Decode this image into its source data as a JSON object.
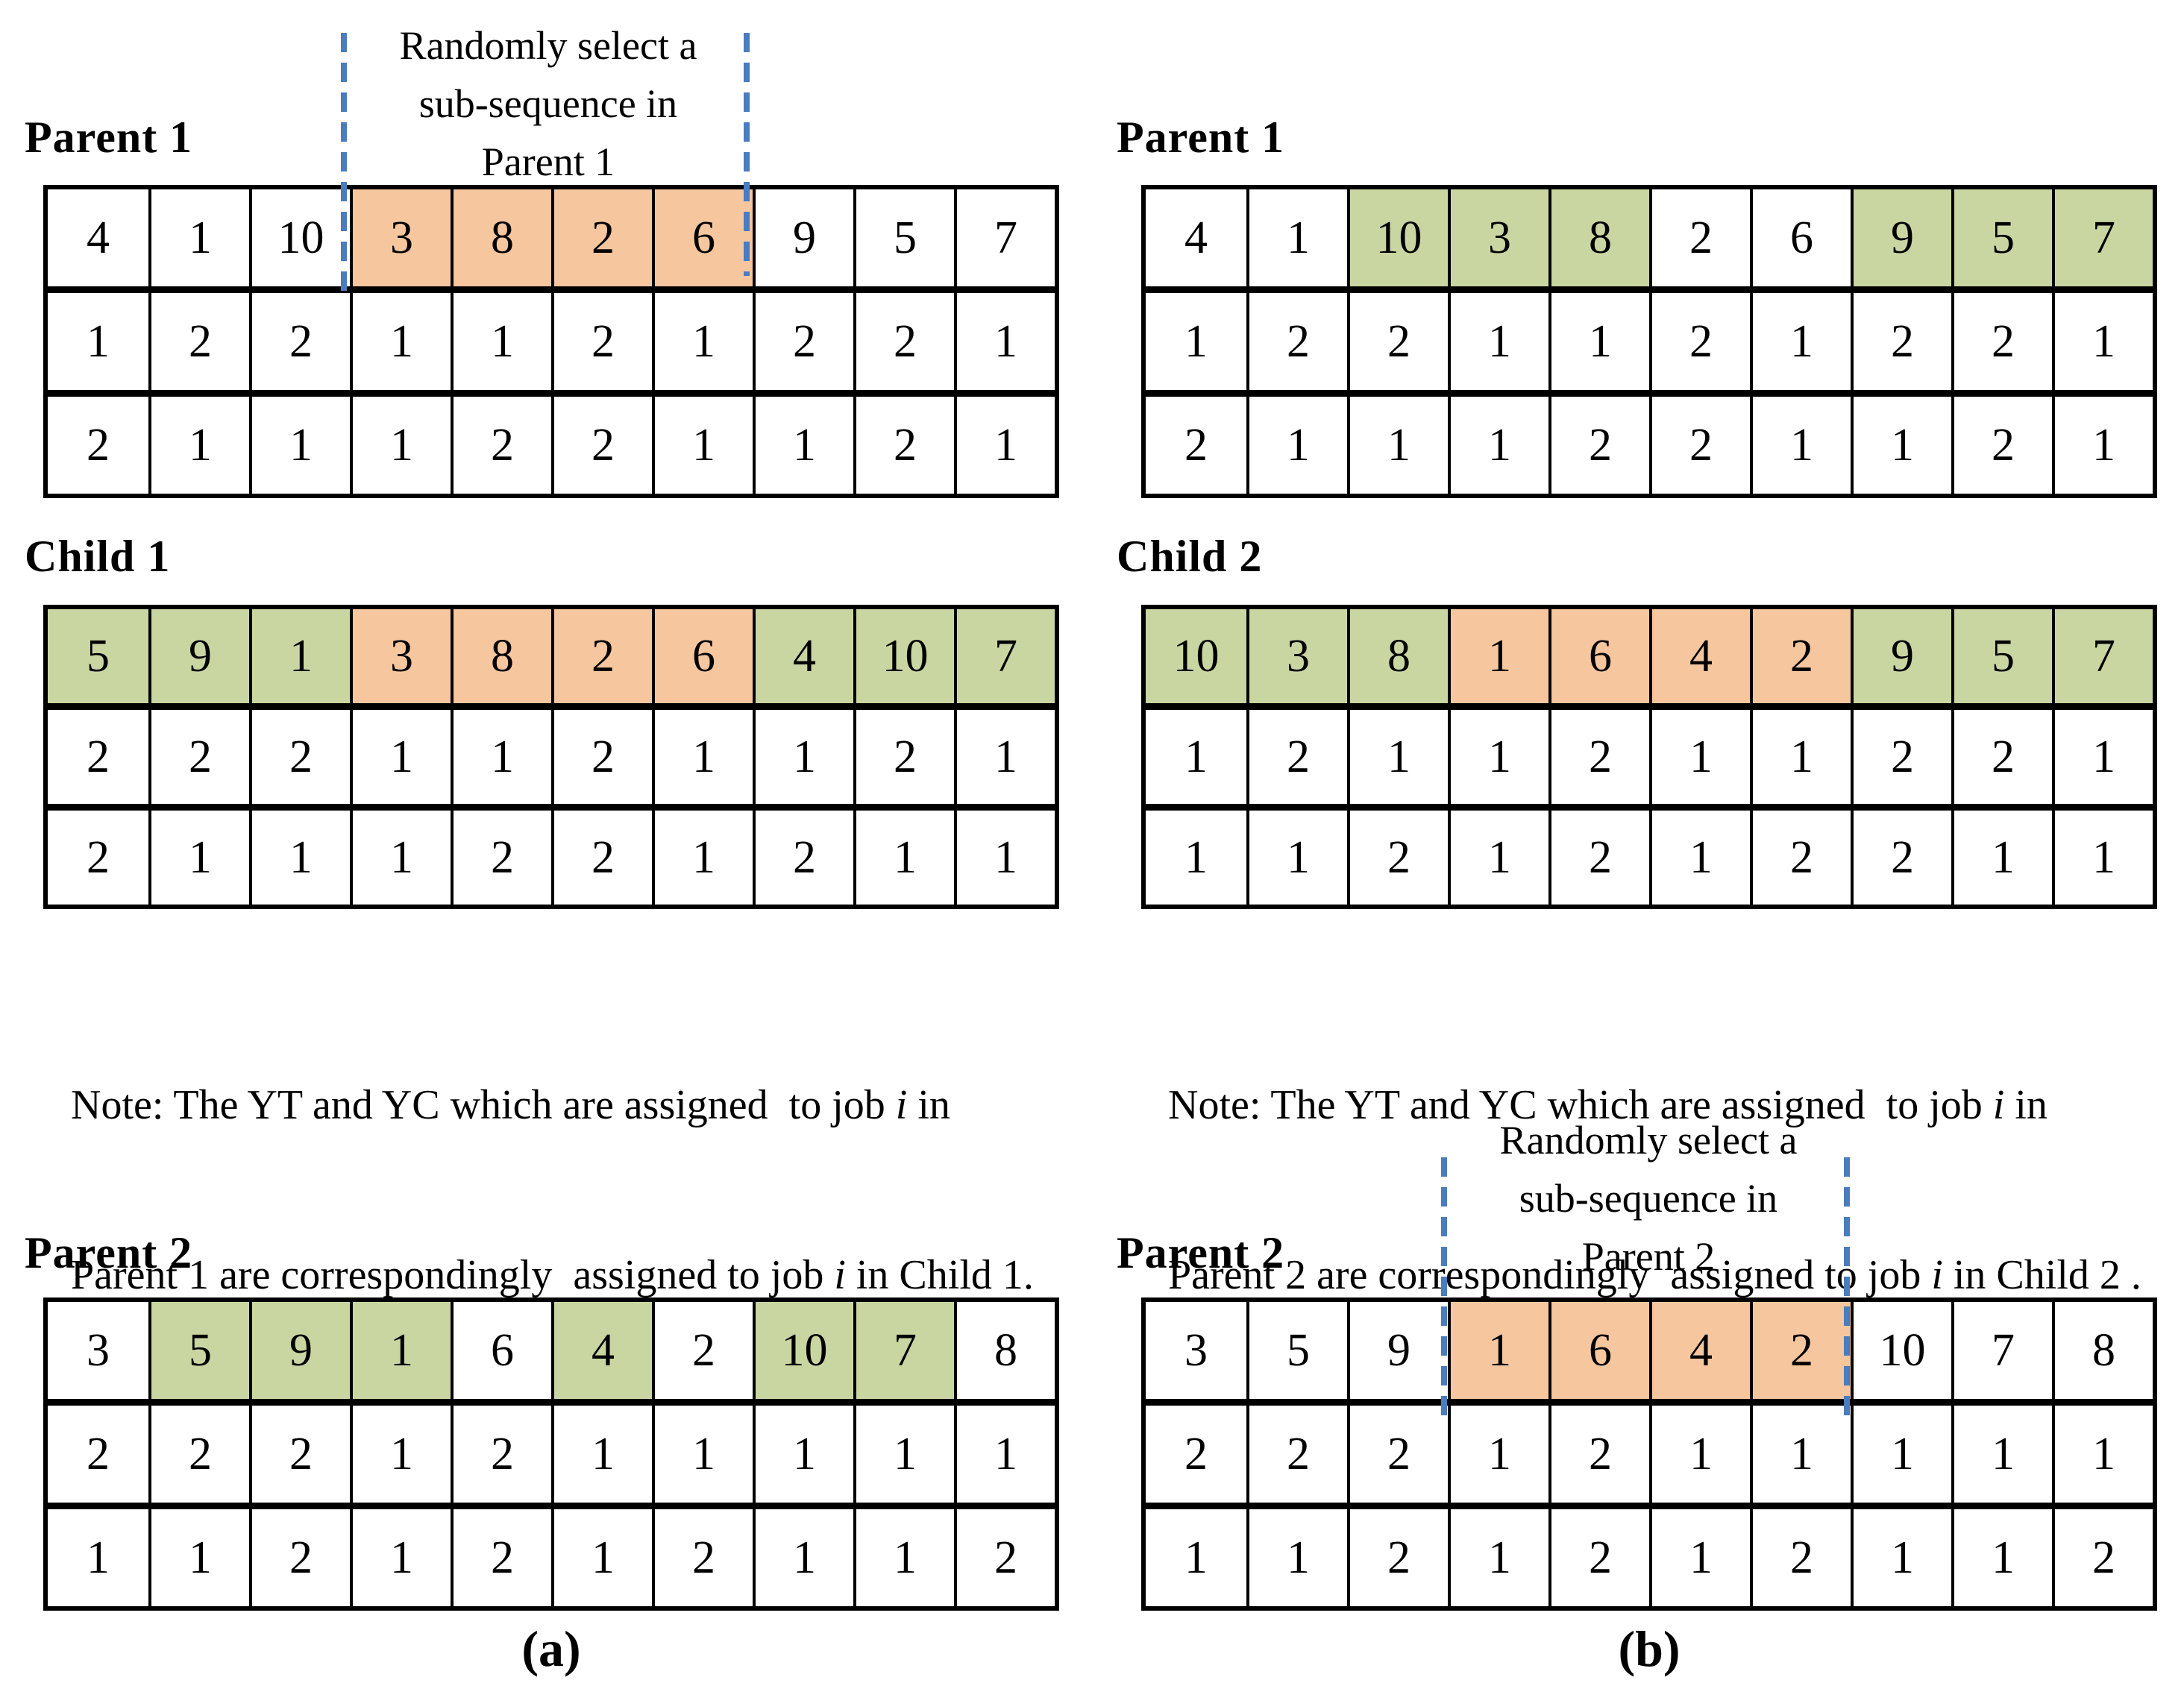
{
  "colors": {
    "orange": "#F6C69E",
    "green": "#C9D6A2",
    "dashed_blue": "#4A7CBE",
    "border": "#000000",
    "background": "#ffffff"
  },
  "panel_a": {
    "annotation": {
      "lines": [
        "Randomly select a",
        "sub-sequence in",
        "Parent 1"
      ]
    },
    "parent1": {
      "label": "Parent 1",
      "rows": [
        [
          "4",
          "1",
          "10",
          "3",
          "8",
          "2",
          "6",
          "9",
          "5",
          "7"
        ],
        [
          "1",
          "2",
          "2",
          "1",
          "1",
          "2",
          "1",
          "2",
          "2",
          "1"
        ],
        [
          "2",
          "1",
          "1",
          "1",
          "2",
          "2",
          "1",
          "1",
          "2",
          "1"
        ]
      ],
      "row0_highlights": [
        null,
        null,
        null,
        "orange",
        "orange",
        "orange",
        "orange",
        null,
        null,
        null
      ]
    },
    "child1": {
      "label": "Child 1",
      "rows": [
        [
          "5",
          "9",
          "1",
          "3",
          "8",
          "2",
          "6",
          "4",
          "10",
          "7"
        ],
        [
          "2",
          "2",
          "2",
          "1",
          "1",
          "2",
          "1",
          "1",
          "2",
          "1"
        ],
        [
          "2",
          "1",
          "1",
          "1",
          "2",
          "2",
          "1",
          "2",
          "1",
          "1"
        ]
      ],
      "row0_highlights": [
        "green",
        "green",
        "green",
        "orange",
        "orange",
        "orange",
        "orange",
        "green",
        "green",
        "green"
      ]
    },
    "note": {
      "line1_pre": "Note: The YT and YC which are assigned  to job ",
      "line1_i": "i",
      "line1_post": " in",
      "line2_pre": "Parent 1 are correspondingly  assigned to job ",
      "line2_i": "i",
      "line2_post": " in Child 1."
    },
    "parent2": {
      "label": "Parent 2",
      "rows": [
        [
          "3",
          "5",
          "9",
          "1",
          "6",
          "4",
          "2",
          "10",
          "7",
          "8"
        ],
        [
          "2",
          "2",
          "2",
          "1",
          "2",
          "1",
          "1",
          "1",
          "1",
          "1"
        ],
        [
          "1",
          "1",
          "2",
          "1",
          "2",
          "1",
          "2",
          "1",
          "1",
          "2"
        ]
      ],
      "row0_highlights": [
        null,
        "green",
        "green",
        "green",
        null,
        "green",
        null,
        "green",
        "green",
        null
      ]
    },
    "caption": "(a)"
  },
  "panel_b": {
    "parent1": {
      "label": "Parent 1",
      "rows": [
        [
          "4",
          "1",
          "10",
          "3",
          "8",
          "2",
          "6",
          "9",
          "5",
          "7"
        ],
        [
          "1",
          "2",
          "2",
          "1",
          "1",
          "2",
          "1",
          "2",
          "2",
          "1"
        ],
        [
          "2",
          "1",
          "1",
          "1",
          "2",
          "2",
          "1",
          "1",
          "2",
          "1"
        ]
      ],
      "row0_highlights": [
        null,
        null,
        "green",
        "green",
        "green",
        null,
        null,
        "green",
        "green",
        "green"
      ]
    },
    "child2": {
      "label": "Child 2",
      "rows": [
        [
          "10",
          "3",
          "8",
          "1",
          "6",
          "4",
          "2",
          "9",
          "5",
          "7"
        ],
        [
          "1",
          "2",
          "1",
          "1",
          "2",
          "1",
          "1",
          "2",
          "2",
          "1"
        ],
        [
          "1",
          "1",
          "2",
          "1",
          "2",
          "1",
          "2",
          "2",
          "1",
          "1"
        ]
      ],
      "row0_highlights": [
        "green",
        "green",
        "green",
        "orange",
        "orange",
        "orange",
        "orange",
        "green",
        "green",
        "green"
      ]
    },
    "note": {
      "line1_pre": "Note: The YT and YC which are assigned  to job ",
      "line1_i": "i",
      "line1_post": " in",
      "line2_pre": "Parent 2 are correspondingly  assigned to job ",
      "line2_i": "i",
      "line2_post": " in Child 2 ."
    },
    "annotation": {
      "lines": [
        "Randomly select a",
        "sub-sequence in",
        "Parent 2"
      ]
    },
    "parent2": {
      "label": "Parent 2",
      "rows": [
        [
          "3",
          "5",
          "9",
          "1",
          "6",
          "4",
          "2",
          "10",
          "7",
          "8"
        ],
        [
          "2",
          "2",
          "2",
          "1",
          "2",
          "1",
          "1",
          "1",
          "1",
          "1"
        ],
        [
          "1",
          "1",
          "2",
          "1",
          "2",
          "1",
          "2",
          "1",
          "1",
          "2"
        ]
      ],
      "row0_highlights": [
        null,
        null,
        null,
        "orange",
        "orange",
        "orange",
        "orange",
        null,
        null,
        null
      ]
    },
    "caption": "(b)"
  }
}
